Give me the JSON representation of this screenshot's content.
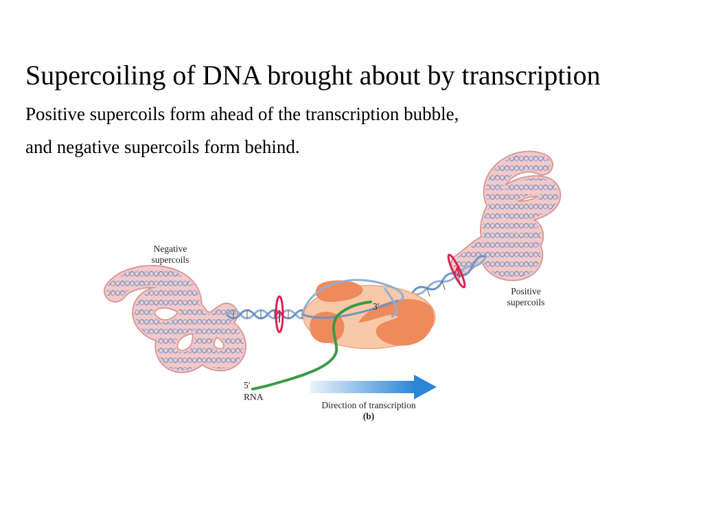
{
  "title": "Supercoiling of DNA brought about by transcription",
  "subtitle": {
    "line1": "Positive supercoils form ahead of the transcription bubble,",
    "line2": "and negative supercoils form behind."
  },
  "figure": {
    "negative_label": [
      "Negative",
      "supercoils"
    ],
    "positive_label": [
      "Positive",
      "supercoils"
    ],
    "rna_end_label": "5′",
    "rna_label": "RNA",
    "three_prime_label": "3′",
    "direction_label": "Direction of transcription",
    "panel_label": "(b)"
  },
  "colors": {
    "supercoil_fill": "#f5c9c9",
    "supercoil_edge": "#d79a9a",
    "dna_strand": "#8fb0d6",
    "polymerase_light": "#f7c9a8",
    "polymerase_dark": "#ef8a5c",
    "rna": "#3a9a45",
    "arrow_start": "#d6e8f8",
    "arrow_end": "#2b86d6",
    "marker": "#d8204e"
  }
}
